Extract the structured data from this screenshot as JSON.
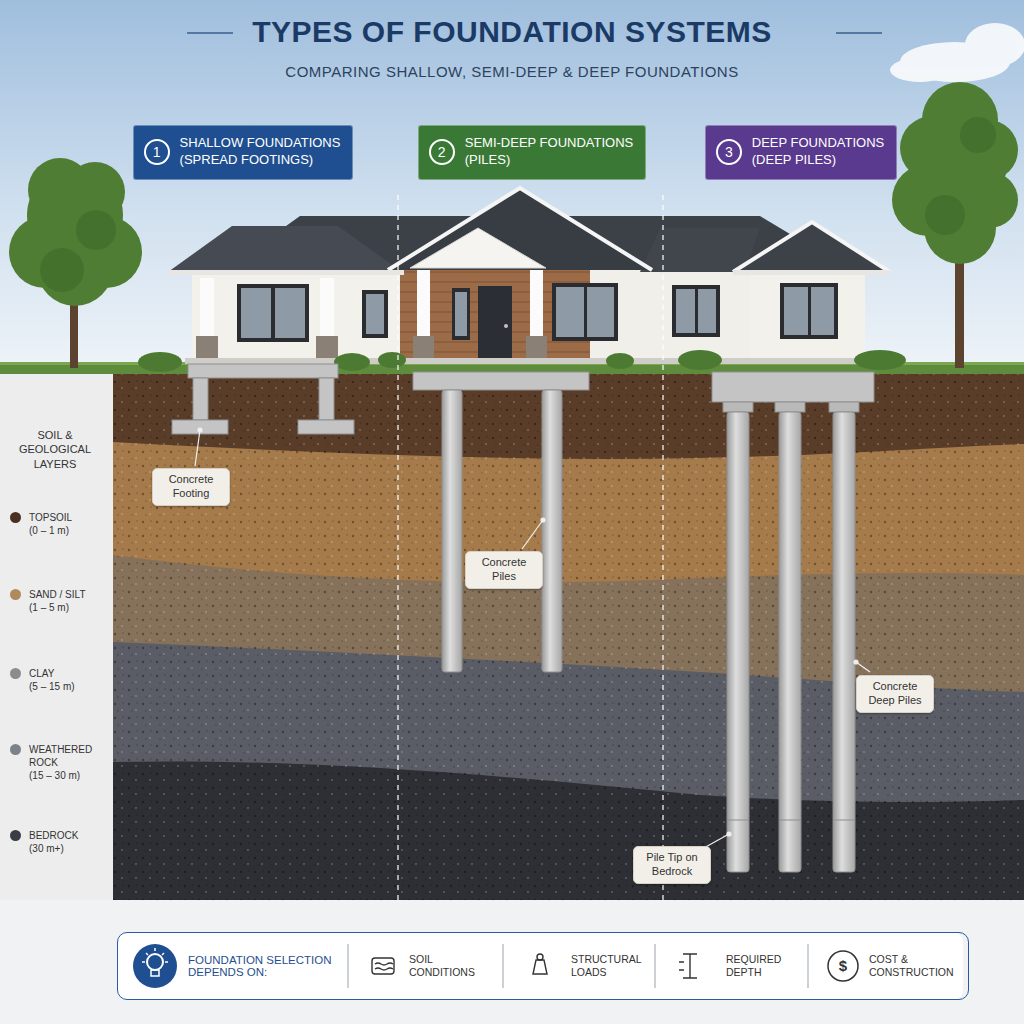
{
  "diagram": {
    "title": "TYPES OF FOUNDATION SYSTEMS",
    "nodes": [
      {
        "text": [
          "SHALLOW FOUNDATIONS (SPREAD FOOTINGS)"
        ]
      },
      {
        "text": [
          "1"
        ],
        "in": 0
      },
      {
        "text": [
          "SEMI-DEEP FOUNDATIONS (PILES)"
        ]
      },
      {
        "text": [
          "2"
        ],
        "in": 2
      },
      {
        "text": [
          "DEEP FOUNDATIONS (DEEP PILES)"
        ]
      },
      {
        "text": [
          "3"
        ],
        "in": 4
      },
      {
        "text": [
          "Concrete Footing"
        ]
      },
      {
        "text": [
          "Concrete Piles"
        ]
      },
      {
        "text": [
          "Concrete Deep Piles"
        ]
      },
      {
        "text": [
          "Pile Tip on Bedrock"
        ]
      },
      {
        "text": [
          "FOUNDATION SELECTION DEPENDS ON:",
          "SOIL CONDITIONS",
          "STRUCTURAL LOADS",
          "REQUIRED DEPTH",
          "COST & CONSTRUCTION"
        ]
      }
    ],
    "labels": [
      "COMPARING SHALLOW, SEMI-DEEP & DEEP FOUNDATIONS",
      "SOIL & GEOLOGICAL LAYERS",
      "$"
    ],
    "legend": [
      {
        "text": "TOPSOIL (0 – 1 m)",
        "color": "#4a3020"
      },
      {
        "text": "SAND / SILT (1 – 5 m)",
        "color": "#b08a5a"
      },
      {
        "text": "CLAY (5 – 15 m)",
        "color": "#8c8c8c"
      },
      {
        "text": "WEATHERED ROCK (15 – 30 m)",
        "color": "#7c818b"
      },
      {
        "text": "BEDROCK (30 m+)",
        "color": "#3a3d45"
      }
    ]
  }
}
